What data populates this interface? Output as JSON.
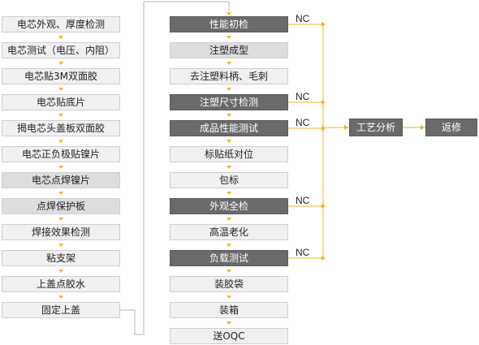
{
  "colors": {
    "arrow": "#f0b429",
    "connector": "#f0b429",
    "box_light": "#f0f0f0",
    "box_mid": "#dddddd",
    "box_dark": "#6a6a6a"
  },
  "column1": [
    "电芯外观、厚度检测",
    "电芯测试（电压、内阻）",
    "电芯贴3M双面胶",
    "电芯贴底片",
    "揭电芯头盖板双面胶",
    "电芯正负极贴镍片",
    "电芯点焊镍片",
    "点焊保护板",
    "焊接效果检测",
    "粘支架",
    "上盖点胶水",
    "固定上盖"
  ],
  "column2": [
    "性能初检",
    "注塑成型",
    "去注塑料柄、毛刺",
    "注塑尺寸检测",
    "成品性能测试",
    "标贴纸对位",
    "包标",
    "外观全检",
    "高温老化",
    "负载测试",
    "装胶袋",
    "装箱",
    "送OQC"
  ],
  "nc_label": "NC",
  "analysis": "工艺分析",
  "rework": "返修"
}
